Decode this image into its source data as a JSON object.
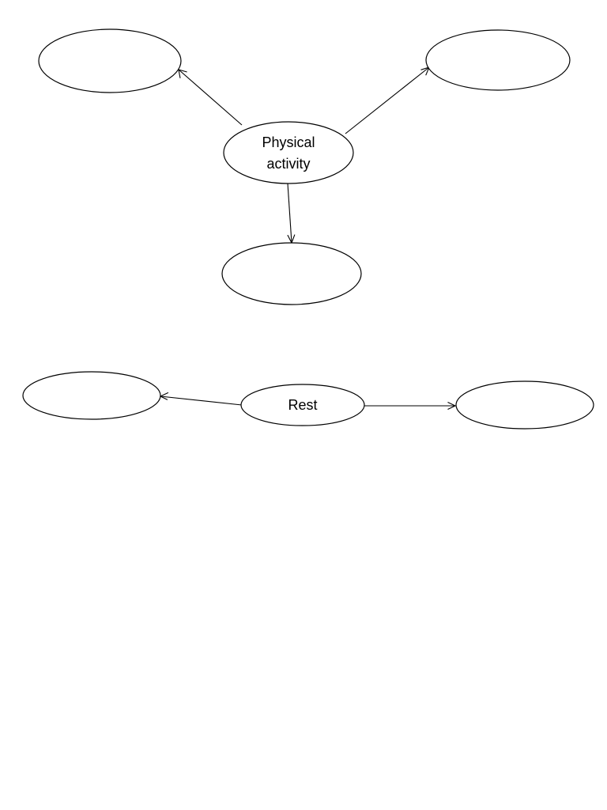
{
  "diagram": {
    "type": "concept-map",
    "colors": {
      "stroke": "#000000",
      "fill": "#ffffff",
      "background": "#ffffff"
    },
    "nodes": [
      {
        "id": "physical-activity",
        "lines": [
          "Physical",
          "activity"
        ]
      },
      {
        "id": "pa-top-left",
        "lines": []
      },
      {
        "id": "pa-top-right",
        "lines": []
      },
      {
        "id": "pa-bottom",
        "lines": []
      },
      {
        "id": "rest",
        "lines": [
          "Rest"
        ]
      },
      {
        "id": "rest-left",
        "lines": []
      },
      {
        "id": "rest-right",
        "lines": []
      }
    ],
    "edges": [
      {
        "from": "physical-activity",
        "to": "pa-top-left"
      },
      {
        "from": "physical-activity",
        "to": "pa-top-right"
      },
      {
        "from": "physical-activity",
        "to": "pa-bottom"
      },
      {
        "from": "rest",
        "to": "rest-left"
      },
      {
        "from": "rest",
        "to": "rest-right"
      }
    ]
  }
}
